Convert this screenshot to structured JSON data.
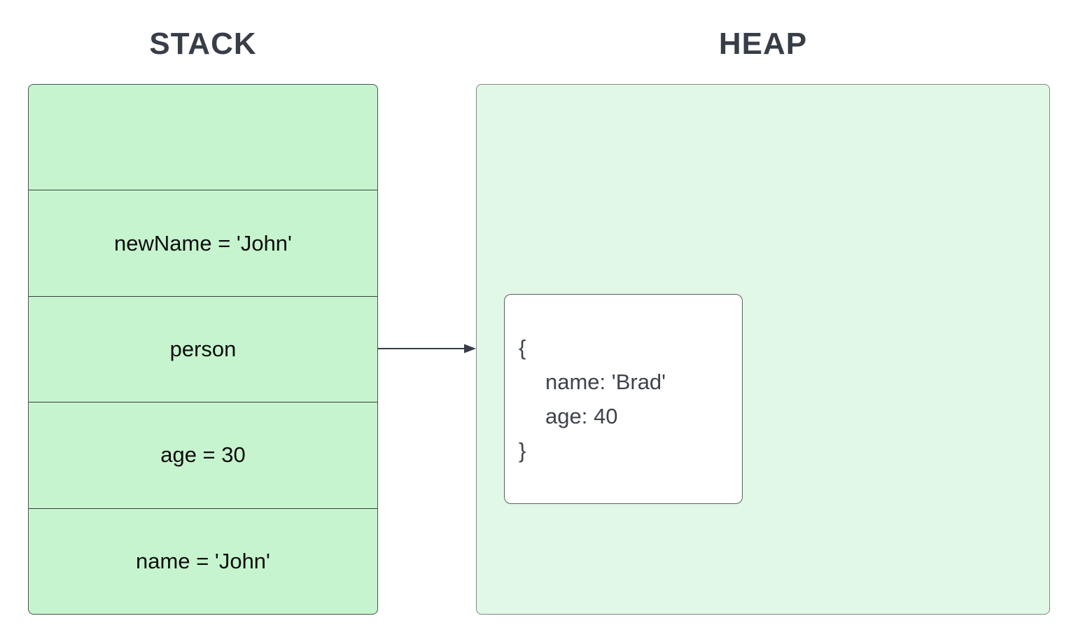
{
  "titles": {
    "stack": "STACK",
    "heap": "HEAP"
  },
  "stack": {
    "cells": [
      {
        "label": ""
      },
      {
        "label": "newName = 'John'"
      },
      {
        "label": "person"
      },
      {
        "label": "age = 30"
      },
      {
        "label": "name = 'John'"
      }
    ]
  },
  "heap": {
    "object": {
      "open_brace": "{",
      "properties": [
        "name: 'Brad'",
        "age: 40"
      ],
      "close_brace": "}"
    }
  },
  "arrow": {
    "from": "person",
    "to": "heap-object"
  },
  "colors": {
    "stack_fill": "#c6f4ce",
    "heap_fill": "#e2f8e6",
    "card_fill": "#ffffff",
    "border_dark": "#4a524f",
    "divider": "#39413e",
    "border_light": "#7e8784",
    "card_border": "#596063",
    "title_color": "#383e47",
    "cell_text": "#0d0d0d",
    "card_text": "#3d434c",
    "arrow_color": "#363d47"
  }
}
